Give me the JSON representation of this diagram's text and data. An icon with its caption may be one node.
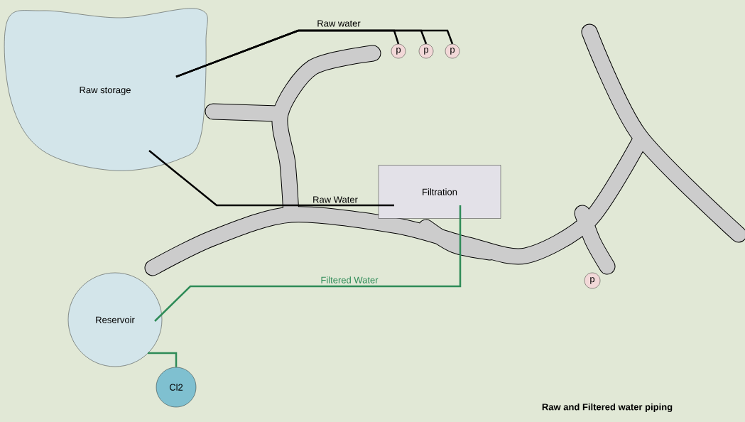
{
  "diagram": {
    "title": "Raw and Filtered water piping",
    "nodes": [
      {
        "text": [
          "Raw storage"
        ]
      },
      {
        "text": [
          "p"
        ]
      },
      {
        "text": [
          "p"
        ]
      },
      {
        "text": [
          "p"
        ]
      },
      {
        "text": [
          "Filtration"
        ]
      },
      {
        "text": [
          "Reservoir"
        ]
      },
      {
        "text": [
          "Cl2"
        ]
      },
      {
        "text": [
          "p"
        ]
      }
    ],
    "edges": [
      {
        "from": 1,
        "to": 0,
        "arrow": "none",
        "label": "Raw water"
      },
      {
        "from": 2,
        "to": 0,
        "arrow": "none"
      },
      {
        "from": 3,
        "to": 0,
        "arrow": "none"
      },
      {
        "from": 0,
        "to": 4,
        "arrow": "none",
        "label": "Raw Water"
      },
      {
        "from": 4,
        "to": 5,
        "arrow": "none",
        "label": "Filtered Water",
        "color": "#2e8b57"
      },
      {
        "from": 5,
        "to": 6,
        "arrow": "none",
        "color": "#2e8b57"
      }
    ]
  }
}
